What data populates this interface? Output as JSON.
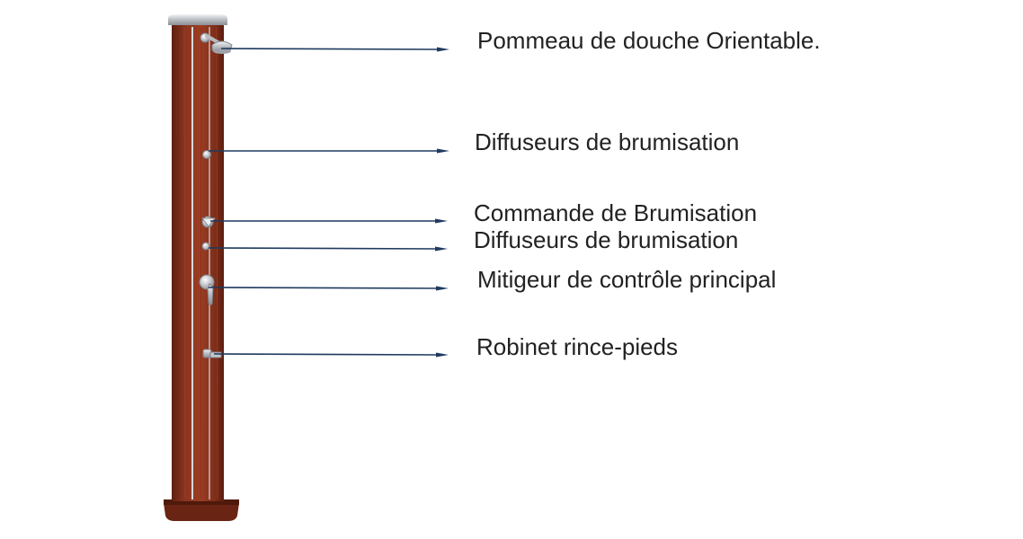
{
  "labels": [
    {
      "text": "Pommeau de douche Orientable."
    },
    {
      "text": "Diffuseurs de brumisation"
    },
    {
      "text": "Commande de Brumisation"
    },
    {
      "text": "Diffuseurs de brumisation"
    },
    {
      "text": "Mitigeur de contrôle principal"
    },
    {
      "text": "Robinet rince-pieds"
    }
  ],
  "colors": {
    "wood": "#8a3420",
    "wood_dark": "#5e1f10",
    "chrome": "#c9ccd0",
    "leader_line": "#1f3a5f",
    "text": "#222222"
  }
}
